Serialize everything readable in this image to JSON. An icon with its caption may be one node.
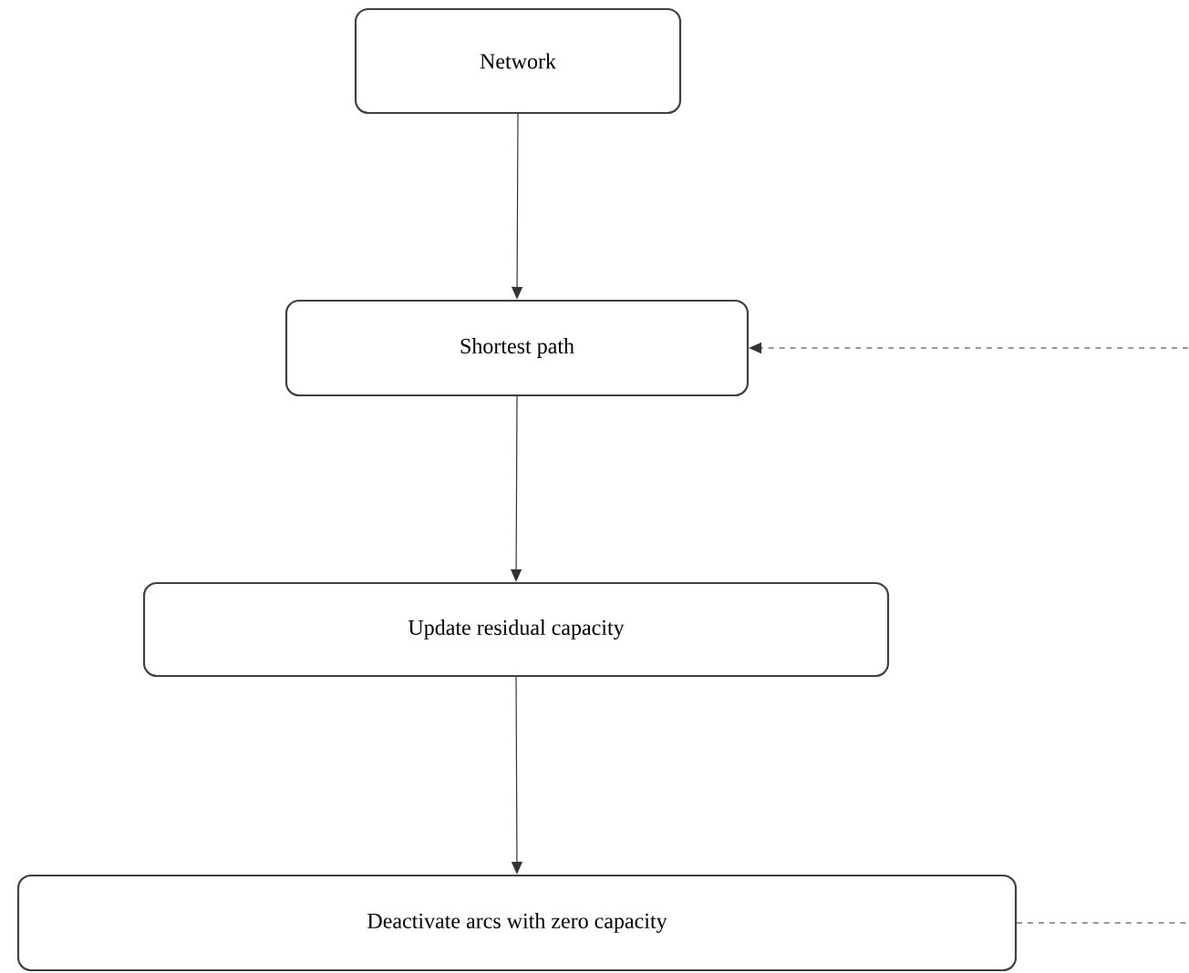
{
  "diagram": {
    "nodes": [
      {
        "text": [
          "Network"
        ]
      },
      {
        "text": [
          "Shortest path"
        ]
      },
      {
        "text": [
          "Update residual capacity"
        ]
      },
      {
        "text": [
          "Deactivate arcs with zero capacity"
        ]
      }
    ],
    "edges": [
      {
        "from": 0,
        "to": 1,
        "arrow": "to"
      },
      {
        "from": 1,
        "to": 2,
        "arrow": "to"
      },
      {
        "from": 2,
        "to": 3,
        "arrow": "to"
      },
      {
        "from": null,
        "to": 1,
        "arrow": "to",
        "style": "dashed"
      },
      {
        "from": 3,
        "to": null,
        "arrow": "none",
        "style": "dashed"
      }
    ]
  }
}
